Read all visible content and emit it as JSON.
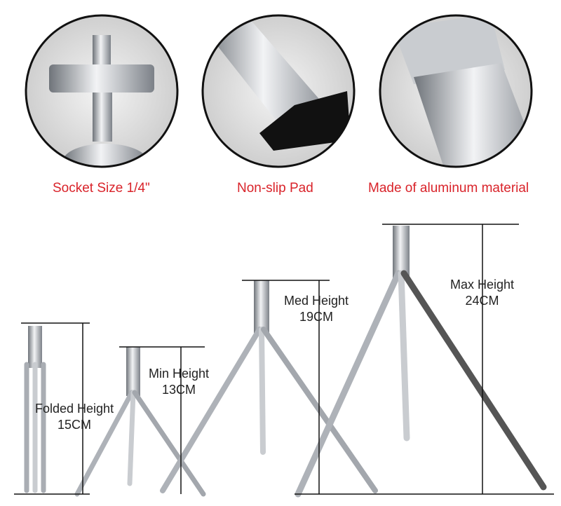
{
  "features": [
    {
      "caption": "Socket Size 1/4\""
    },
    {
      "caption": "Non-slip Pad"
    },
    {
      "caption": "Made of aluminum material"
    }
  ],
  "heights": [
    {
      "name": "Folded Height",
      "value": "15CM"
    },
    {
      "name": "Min Height",
      "value": "13CM"
    },
    {
      "name": "Med Height",
      "value": "19CM"
    },
    {
      "name": "Max Height",
      "value": "24CM"
    }
  ],
  "colors": {
    "caption": "#d9232a",
    "metal": "#b8bcc2",
    "rubber": "#111111"
  }
}
